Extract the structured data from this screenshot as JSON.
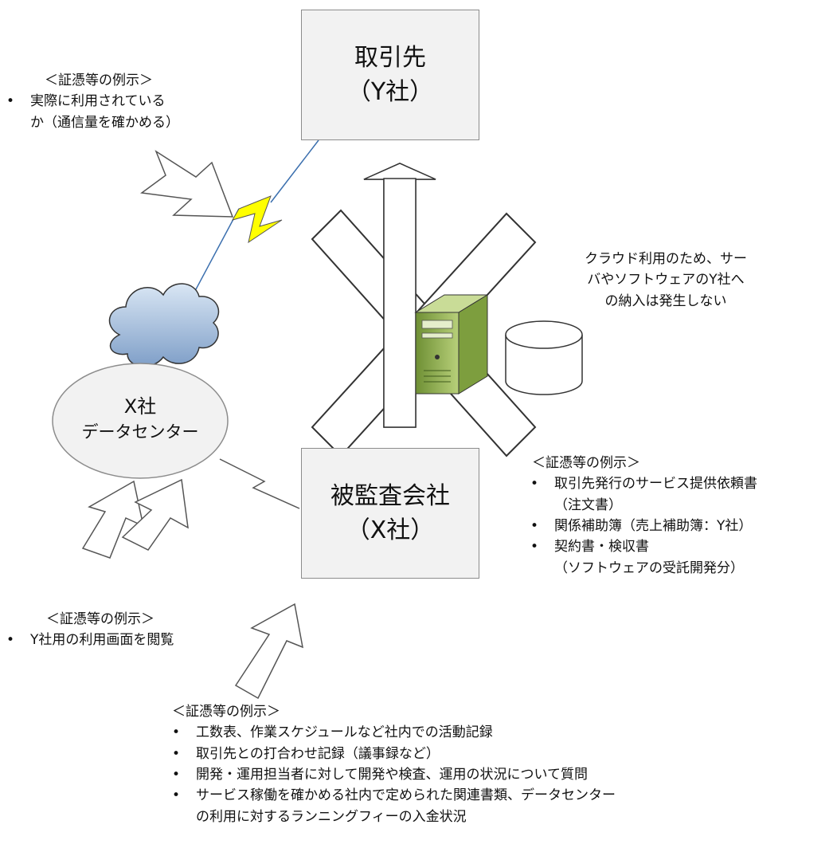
{
  "partner_box": {
    "title": "取引先",
    "subtitle": "（Y社）"
  },
  "audited_box": {
    "title": "被監査会社",
    "subtitle": "（X社）"
  },
  "datacenter": {
    "line1": "X社",
    "line2": "データセンター"
  },
  "cloud_note": {
    "lines": [
      "クラウド利用のため、サー",
      "バやソフトウェアのY社へ",
      "の納入は発生しない"
    ]
  },
  "evidence_network": {
    "heading": "＜証憑等の例示＞",
    "items": [
      {
        "bullet": "•",
        "lines": [
          "実際に利用されている",
          "か（通信量を確かめる）"
        ]
      }
    ]
  },
  "evidence_partner": {
    "heading": "＜証憑等の例示＞",
    "items": [
      {
        "bullet": "•",
        "lines": [
          "取引先発行のサービス提供依頼書",
          "（注文書）"
        ]
      },
      {
        "bullet": "•",
        "lines": [
          "関係補助簿（売上補助簿：Y社）"
        ]
      },
      {
        "bullet": "•",
        "lines": [
          "契約書・検収書",
          "（ソフトウェアの受託開発分）"
        ]
      }
    ]
  },
  "evidence_screen": {
    "heading": "＜証憑等の例示＞",
    "items": [
      {
        "bullet": "•",
        "lines": [
          "Y社用の利用画面を閲覧"
        ]
      }
    ]
  },
  "evidence_internal": {
    "heading": "＜証憑等の例示＞",
    "items": [
      {
        "bullet": "•",
        "lines": [
          "工数表、作業スケジュールなど社内での活動記録"
        ]
      },
      {
        "bullet": "•",
        "lines": [
          "取引先との打合わせ記録（議事録など）"
        ]
      },
      {
        "bullet": "•",
        "lines": [
          "開発・運用担当者に対して開発や検査、運用の状況について質問"
        ]
      },
      {
        "bullet": "•",
        "lines": [
          "サービス稼働を確かめる社内で定められた関連書類、データセンター",
          "の利用に対するランニングフィーの入金状況"
        ]
      }
    ]
  },
  "colors": {
    "box_fill": "#f2f2f2",
    "box_border": "#8c8c8c",
    "lightning": "#ffff00",
    "server": "#9bbb59",
    "cloud": "#a9c3e2"
  }
}
